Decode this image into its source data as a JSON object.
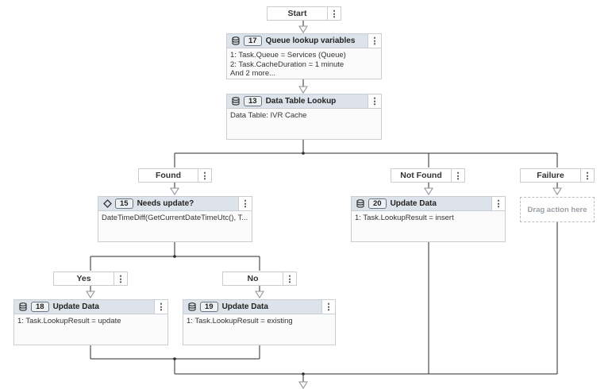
{
  "start": {
    "label": "Start"
  },
  "queue_lookup": {
    "number": "17",
    "title": "Queue lookup variables",
    "lines": [
      "1: Task.Queue = Services (Queue)",
      "2: Task.CacheDuration = 1 minute",
      "And 2 more..."
    ]
  },
  "data_table_lookup": {
    "number": "13",
    "title": "Data Table Lookup",
    "lines": [
      "Data Table: IVR Cache"
    ]
  },
  "paths": {
    "found": "Found",
    "not_found": "Not Found",
    "failure": "Failure"
  },
  "needs_update": {
    "number": "15",
    "title": "Needs update?",
    "lines": [
      "DateTimeDiff(GetCurrentDateTimeUtc(), T..."
    ]
  },
  "update_insert": {
    "number": "20",
    "title": "Update Data",
    "lines": [
      "1: Task.LookupResult = insert"
    ]
  },
  "failure_drop": {
    "label": "Drag action here"
  },
  "decision": {
    "yes": "Yes",
    "no": "No"
  },
  "update_update": {
    "number": "18",
    "title": "Update Data",
    "lines": [
      "1: Task.LookupResult = update"
    ]
  },
  "update_existing": {
    "number": "19",
    "title": "Update Data",
    "lines": [
      "1: Task.LookupResult = existing"
    ]
  },
  "icons": {
    "menu": "⋮",
    "data": "database-icon",
    "decision": "diamond-icon"
  }
}
